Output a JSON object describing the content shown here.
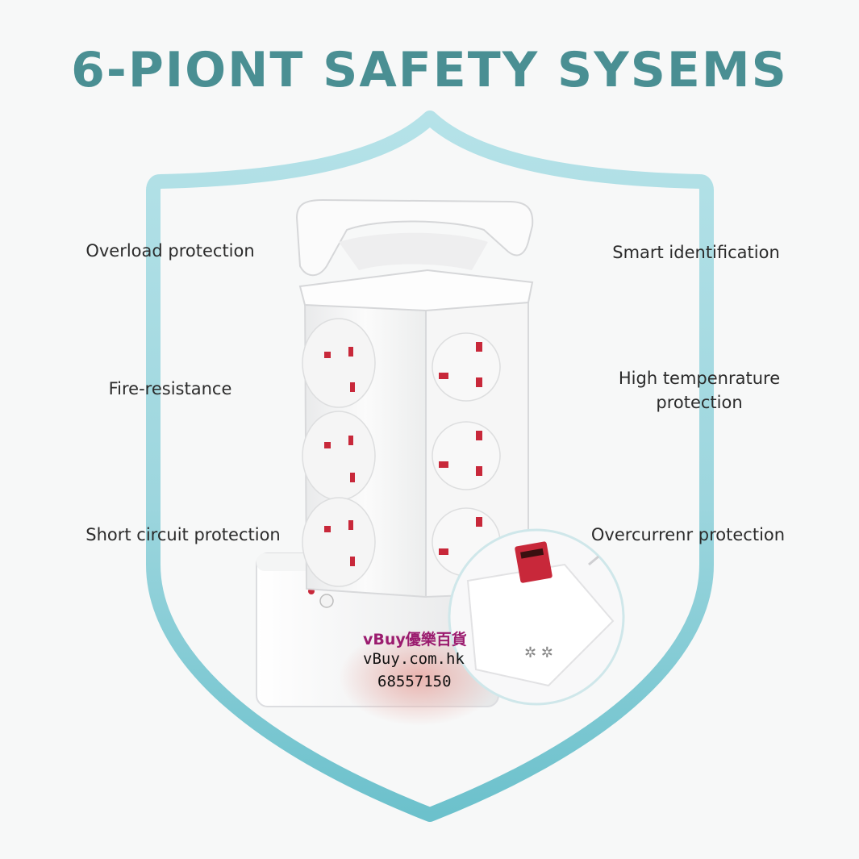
{
  "title": "6-PIONT SAFETY SYSEMS",
  "features_left": [
    "Overload protection",
    "Fire-resistance",
    "Short circuit protection"
  ],
  "features_right": [
    "Smart identification",
    "High tempenrature",
    "protection",
    "Overcurrenr protection"
  ],
  "watermark": {
    "brand": "vBuy優樂百貨",
    "site": "vBuy.com.hk",
    "phone": "68557150"
  },
  "colors": {
    "title": "#4a8f93",
    "shield": "#7cc8d2",
    "socket_pin": "#c8283a"
  }
}
